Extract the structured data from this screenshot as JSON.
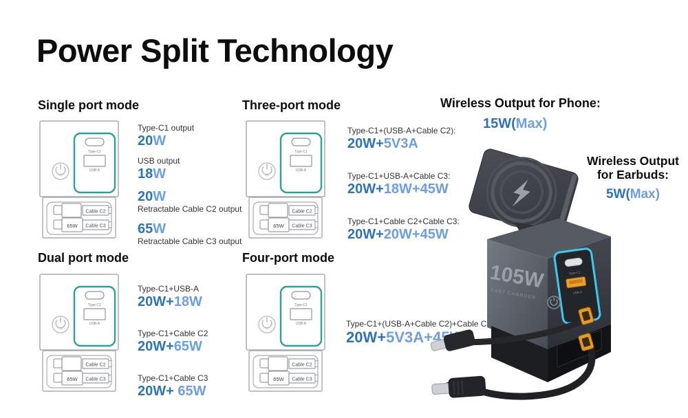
{
  "title": "Power Split Technology",
  "colors": {
    "value_dark_blue": "#2E74B5",
    "value_light_blue": "#6D9EE0",
    "diagram_teal": "#2AA198",
    "product_panel_cyan": "#3EC9EF",
    "product_port_orange": "#F09F2E"
  },
  "device_diagram": {
    "typec_label": "Type-C1",
    "usba_label": "USB-A",
    "led_label": "LED",
    "cable_c2_label": "Cable C2",
    "cable_c3_label": "Cable C3",
    "cable_wattage": "65W"
  },
  "modes": [
    {
      "heading": "Single port mode",
      "entries": [
        {
          "label": "Type-C1 output",
          "value_first": false,
          "parts": [
            {
              "t": "20",
              "c": "d"
            },
            {
              "t": "W",
              "c": "l"
            }
          ]
        },
        {
          "label": "USB output",
          "value_first": false,
          "parts": [
            {
              "t": "18",
              "c": "d"
            },
            {
              "t": "W",
              "c": "l"
            }
          ]
        },
        {
          "label": "Retractable Cable C2 output",
          "value_first": true,
          "parts": [
            {
              "t": "20",
              "c": "d"
            },
            {
              "t": "W",
              "c": "l"
            }
          ]
        },
        {
          "label": "Retractable Cable C3 output",
          "value_first": true,
          "parts": [
            {
              "t": "65",
              "c": "d"
            },
            {
              "t": "W",
              "c": "l"
            }
          ]
        }
      ]
    },
    {
      "heading": "Three-port mode",
      "entries": [
        {
          "label": "Type-C1+(USB-A+Cable C2):",
          "value_first": false,
          "parts": [
            {
              "t": "20W+",
              "c": "d"
            },
            {
              "t": "5V3A",
              "c": "l"
            }
          ]
        },
        {
          "label": "Type-C1+USB-A+Cable C3:",
          "value_first": false,
          "parts": [
            {
              "t": "20W+",
              "c": "d"
            },
            {
              "t": "18W+45W",
              "c": "l"
            }
          ]
        },
        {
          "label": "Type-C1+Cable C2+Cable C3:",
          "value_first": false,
          "parts": [
            {
              "t": "20W+",
              "c": "d"
            },
            {
              "t": "20W+45W",
              "c": "l"
            }
          ]
        }
      ]
    },
    {
      "heading": "Dual port mode",
      "entries": [
        {
          "label": "Type-C1+USB-A",
          "value_first": false,
          "parts": [
            {
              "t": "20W+",
              "c": "d"
            },
            {
              "t": "18W",
              "c": "l"
            }
          ]
        },
        {
          "label": "Type-C1+Cable C2",
          "value_first": false,
          "parts": [
            {
              "t": "20W+",
              "c": "d"
            },
            {
              "t": "65W",
              "c": "l"
            }
          ]
        },
        {
          "label": "Type-C1+Cable C3",
          "value_first": false,
          "parts": [
            {
              "t": "20W+ ",
              "c": "d"
            },
            {
              "t": "65W",
              "c": "l"
            }
          ]
        }
      ]
    },
    {
      "heading": "Four-port mode",
      "entries": [
        {
          "label": "Type-C1+(USB-A+Cable C2)+Cable C3",
          "value_first": false,
          "parts": [
            {
              "t": "20W+",
              "c": "d"
            },
            {
              "t": "5V3A+45W",
              "c": "l"
            }
          ]
        }
      ]
    }
  ],
  "wireless_phone": {
    "heading": "Wireless Output for Phone:",
    "parts": [
      {
        "t": "15W(",
        "c": "d"
      },
      {
        "t": "Max)",
        "c": "l"
      }
    ]
  },
  "wireless_earbuds": {
    "heading_line1": "Wireless Output",
    "heading_line2": "for Earbuds:",
    "parts": [
      {
        "t": "5W(",
        "c": "d"
      },
      {
        "t": "Max)",
        "c": "l"
      }
    ]
  },
  "product": {
    "wattage_label": "105W",
    "tagline": "FAST CHARGER",
    "typec_label": "Type-C1",
    "usba_label": "USB-A"
  }
}
